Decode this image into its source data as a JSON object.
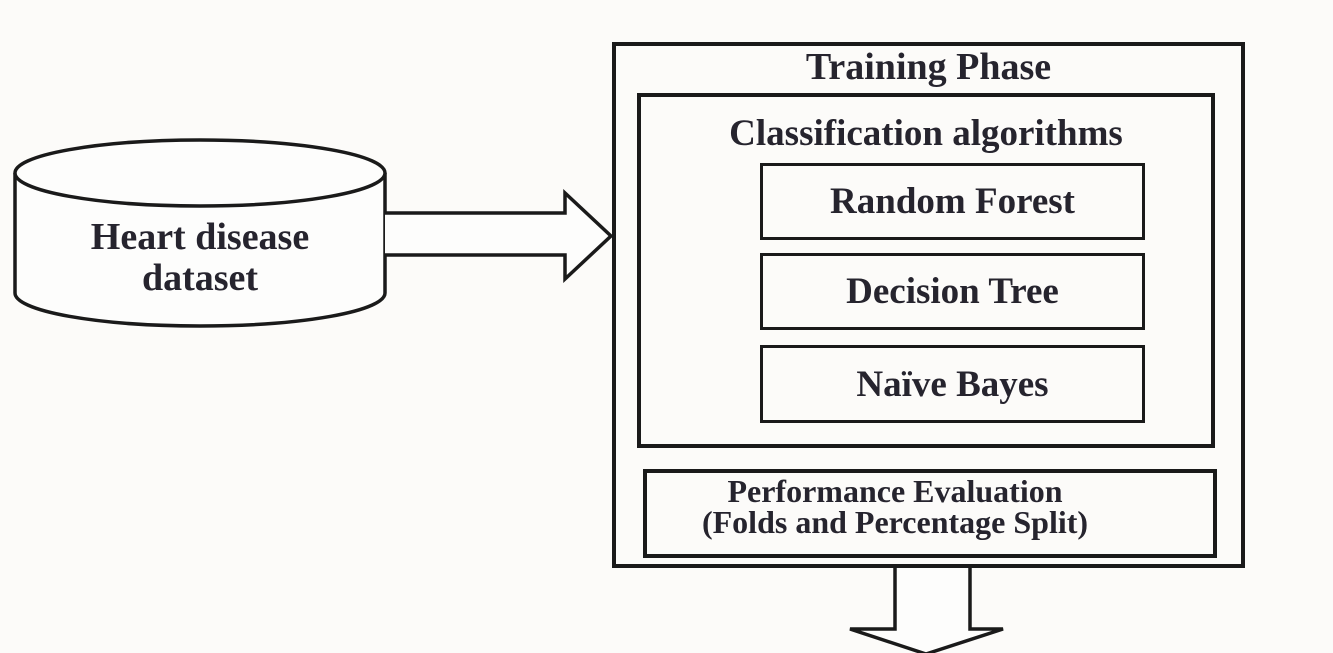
{
  "diagram": {
    "dataset": {
      "line1": "Heart disease",
      "line2": "dataset"
    },
    "training_phase": {
      "title": "Training Phase",
      "classification": {
        "title": "Classification algorithms",
        "algorithms": [
          "Random Forest",
          "Decision Tree",
          "Naïve Bayes"
        ]
      },
      "performance": {
        "line1": "Performance Evaluation",
        "line2": "(Folds and Percentage Split)"
      }
    },
    "colors": {
      "ink_text": "#26242e",
      "line": "#1a1a1a",
      "background": "#fcfbf9"
    }
  }
}
